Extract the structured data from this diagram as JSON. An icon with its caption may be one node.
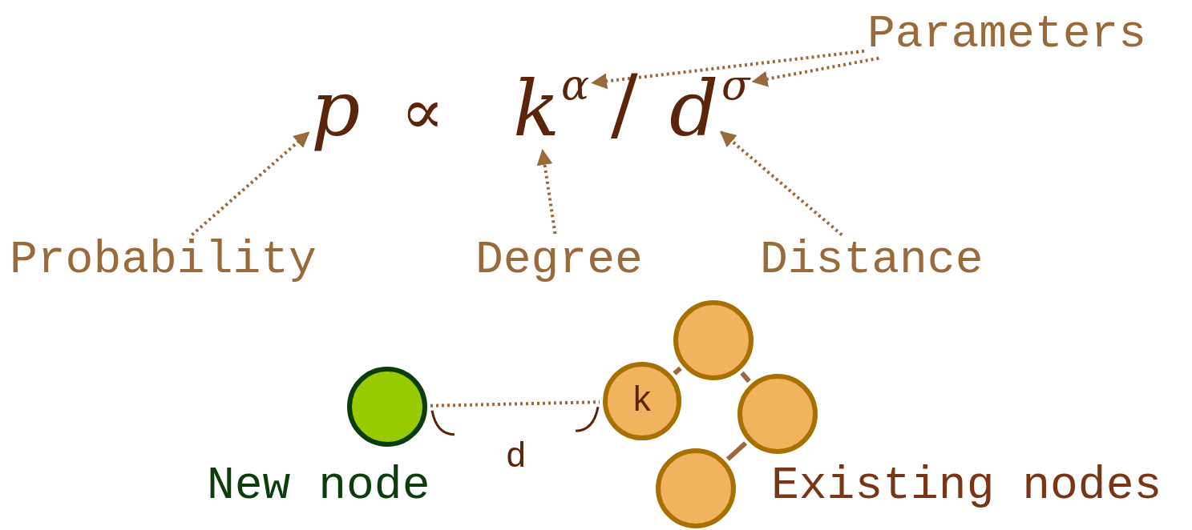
{
  "diagram": {
    "nodes": [
      {
        "text": [
          "p"
        ]
      },
      {
        "text": [
          "k"
        ]
      },
      {
        "text": [
          "α"
        ]
      },
      {
        "text": [
          "d"
        ]
      },
      {
        "text": [
          "σ"
        ]
      },
      {
        "text": [
          "Parameters"
        ]
      },
      {
        "text": [
          "Probability"
        ]
      },
      {
        "text": [
          "Degree"
        ]
      },
      {
        "text": [
          "Distance"
        ]
      },
      {
        "text": [],
        "shape": "circle",
        "beside": [
          "New node"
        ]
      },
      {
        "text": [],
        "shape": "circle"
      },
      {
        "text": [
          "k"
        ]
      },
      {
        "text": [],
        "shape": "circle"
      },
      {
        "text": [],
        "shape": "circle"
      }
    ],
    "edges": [
      {
        "from": 5,
        "to": 2,
        "arrow": "to",
        "style": "dashed"
      },
      {
        "from": 5,
        "to": 4,
        "arrow": "to",
        "style": "dashed"
      },
      {
        "from": 6,
        "to": 0,
        "arrow": "to",
        "style": "dashed"
      },
      {
        "from": 7,
        "to": 1,
        "arrow": "to",
        "style": "dashed"
      },
      {
        "from": 8,
        "to": 3,
        "arrow": "to",
        "style": "dashed"
      },
      {
        "from": 9,
        "to": 11,
        "arrow": "none",
        "style": "dashed",
        "label": "d"
      },
      {
        "from": 10,
        "to": 11,
        "arrow": "none"
      },
      {
        "from": 10,
        "to": 12,
        "arrow": "none"
      },
      {
        "from": 12,
        "to": 13,
        "arrow": "none"
      }
    ],
    "labels": [
      "∝",
      "/",
      "Existing nodes"
    ]
  }
}
